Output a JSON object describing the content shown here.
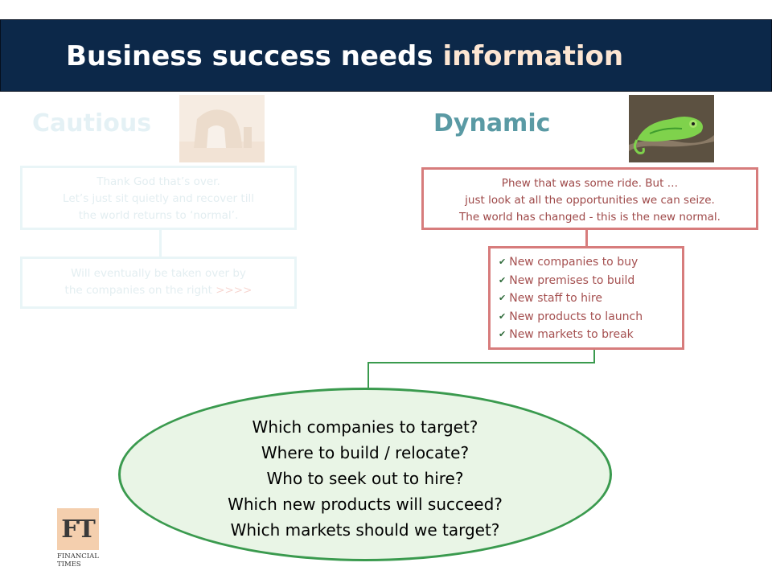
{
  "title": {
    "main": "Business success needs",
    "accent": "information"
  },
  "cautious": {
    "heading": "Cautious",
    "box1": [
      "Thank God that’s over.",
      "Let’s just sit quietly and recover till",
      "the world returns to ‘normal’."
    ],
    "box2_line1": "Will eventually be taken over by",
    "box2_line2": "the companies on the right",
    "box2_arrows": ">>>>"
  },
  "dynamic": {
    "heading": "Dynamic",
    "box1": [
      "Phew that was some ride. But …",
      "just look at all the opportunities we can seize.",
      "The world has changed - this is the new normal."
    ],
    "opportunities": [
      "New companies to buy",
      "New premises to build",
      "New staff to hire",
      "New products to launch",
      "New markets to break"
    ]
  },
  "questions": [
    "Which companies to target?",
    "Where to build / relocate?",
    "Who to seek out to hire?",
    "Which new products will succeed?",
    "Which markets should we target?"
  ],
  "logo": {
    "letters": "FT",
    "line1": "FINANCIAL",
    "line2": "TIMES"
  },
  "colors": {
    "banner": "#0c2849",
    "cautious_heading": "#e4f1f5",
    "dynamic_heading": "#5a9aa4",
    "dynamic_border": "#d77c7c",
    "ellipse_border": "#3a9a4e",
    "ellipse_fill": "#e9f5e6"
  }
}
